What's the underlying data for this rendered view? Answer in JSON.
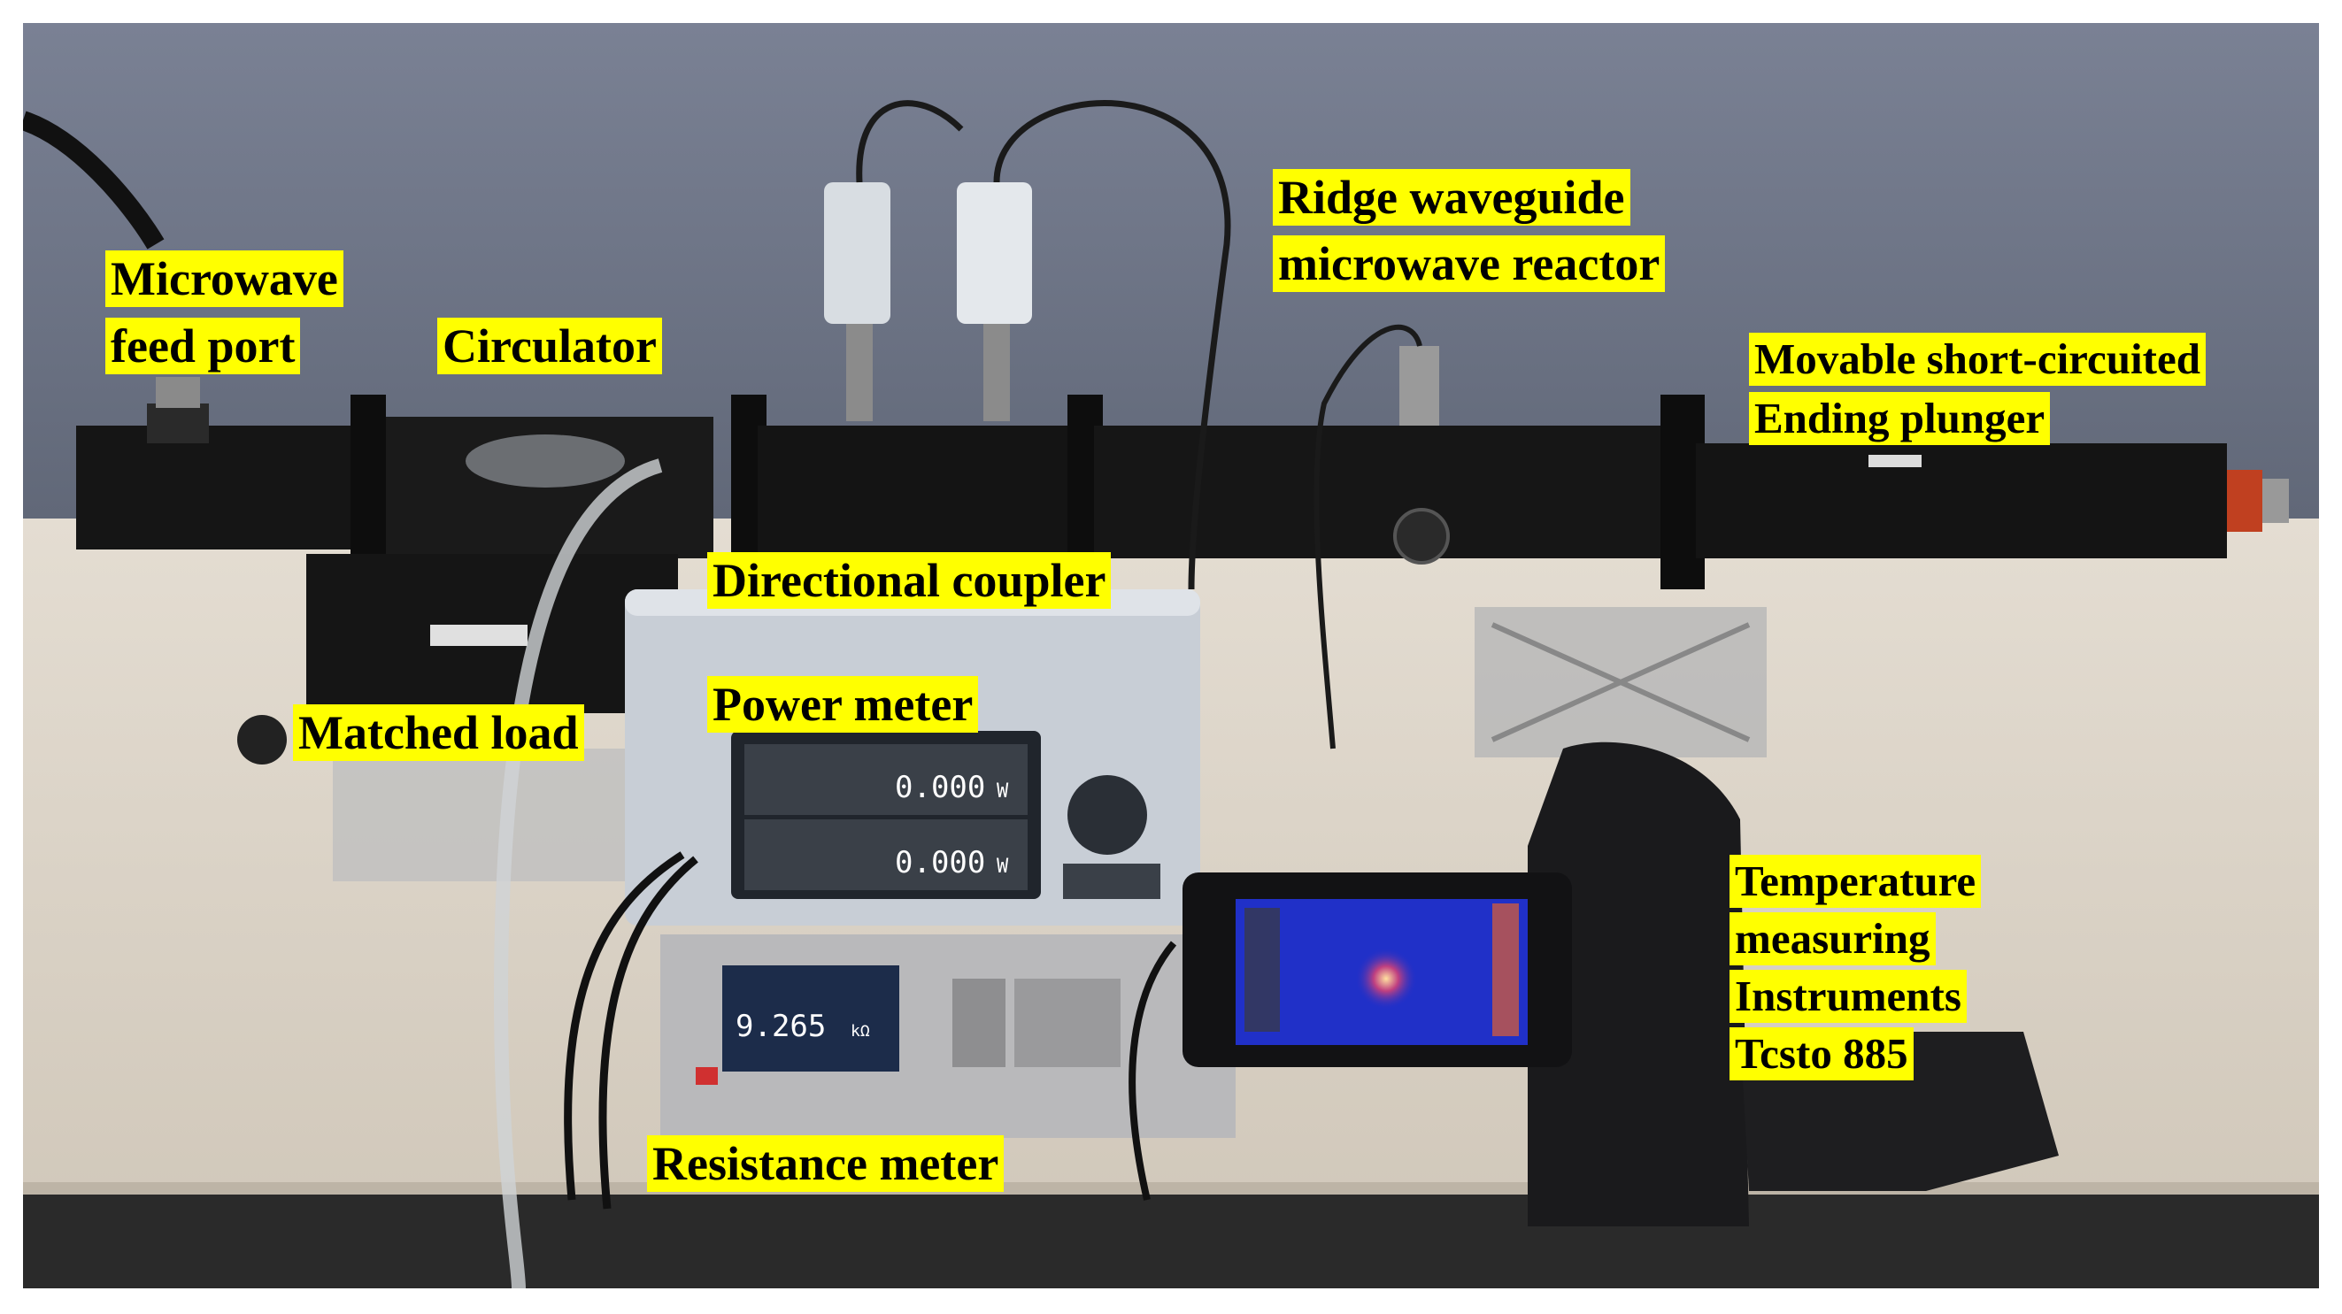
{
  "labels": {
    "microwave_feed_port_1": "Microwave",
    "microwave_feed_port_2": "feed port",
    "circulator": "Circulator",
    "ridge_waveguide_1": "Ridge waveguide",
    "ridge_waveguide_2": "microwave reactor",
    "movable_plunger_1": "Movable short-circuited",
    "movable_plunger_2": "Ending plunger",
    "directional_coupler": "Directional coupler",
    "power_meter": "Power meter",
    "matched_load": "Matched load",
    "temperature_1": "Temperature",
    "temperature_2": "measuring",
    "temperature_3": "Instruments",
    "temperature_4": "Tcsto 885",
    "resistance_meter": "Resistance meter"
  },
  "power_meter_display": {
    "reading_1": "0.000",
    "unit_1": "W",
    "reading_2": "0.000",
    "unit_2": "W"
  },
  "resistance_meter_display": {
    "reading": "9.265",
    "unit": "kΩ"
  },
  "colors": {
    "label_background": "#ffff00",
    "wall": "#6c7486",
    "table": "#d9d1c5",
    "waveguide": "#141414",
    "power_meter_body": "#c8ced6",
    "thermal_screen": "#2030c8"
  }
}
